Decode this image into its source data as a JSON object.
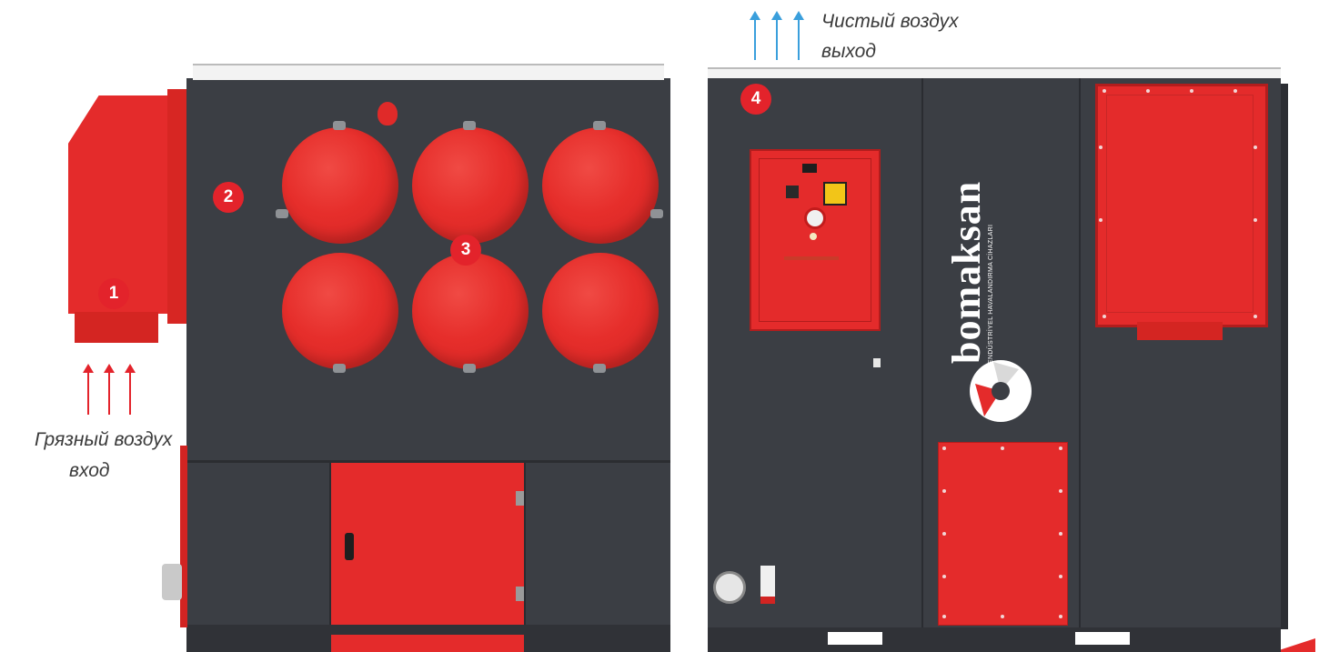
{
  "annotations": {
    "dirty_air_line1": "Грязный воздух",
    "dirty_air_line2": "вход",
    "clean_air_line1": "Чистый воздух",
    "clean_air_line2": "выход"
  },
  "markers": [
    "1",
    "2",
    "3",
    "4"
  ],
  "brand": {
    "name": "bomaksan",
    "tagline": "ENDÜSTRİYEL HAVALANDIRMA CİHAZLARI"
  },
  "colors": {
    "body": "#3b3e44",
    "accent_red": "#e42b2b",
    "dirty_arrow": "#e3232b",
    "clean_arrow": "#3a9fdc"
  }
}
